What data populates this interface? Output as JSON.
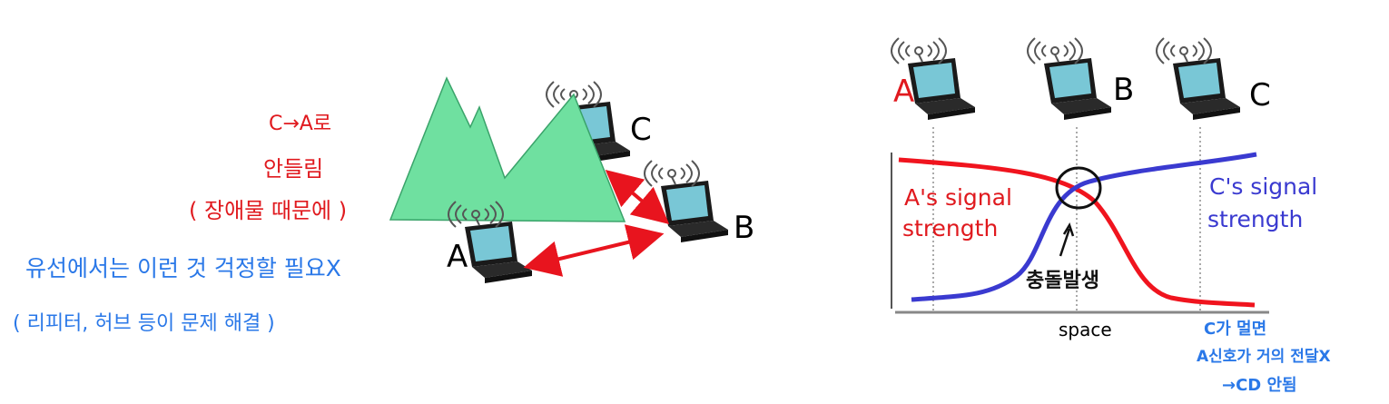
{
  "colors": {
    "red_annotation": "#e0191e",
    "blue_annotation": "#2a78e8",
    "signal_a": "#f0141e",
    "signal_c": "#3a3ad0",
    "mountain": "#6fe0a0",
    "arrow": "#e8141e"
  },
  "left_diagram": {
    "labels": {
      "a": "A",
      "b": "B",
      "c": "C"
    }
  },
  "annotations_left": {
    "red_line1": "C→A로",
    "red_line2": "안들림",
    "red_line3": "( 장애물 때문에 )",
    "blue_line1": "유선에서는 이런 것 걱정할 필요X",
    "blue_line2": "( 리피터, 허브 등이 문제 해결 )"
  },
  "right_diagram": {
    "labels": {
      "a": "A",
      "b": "B",
      "c": "C"
    },
    "signal_a_label": [
      "A's signal",
      "strength"
    ],
    "signal_c_label": [
      "C's signal",
      "strength"
    ],
    "x_axis_label": "space",
    "collision_note": "충돌발생"
  },
  "annotations_right": {
    "line1": "C가 멀면",
    "line2": "A신호가 거의 전달X",
    "line3": "→CD 안됨"
  }
}
